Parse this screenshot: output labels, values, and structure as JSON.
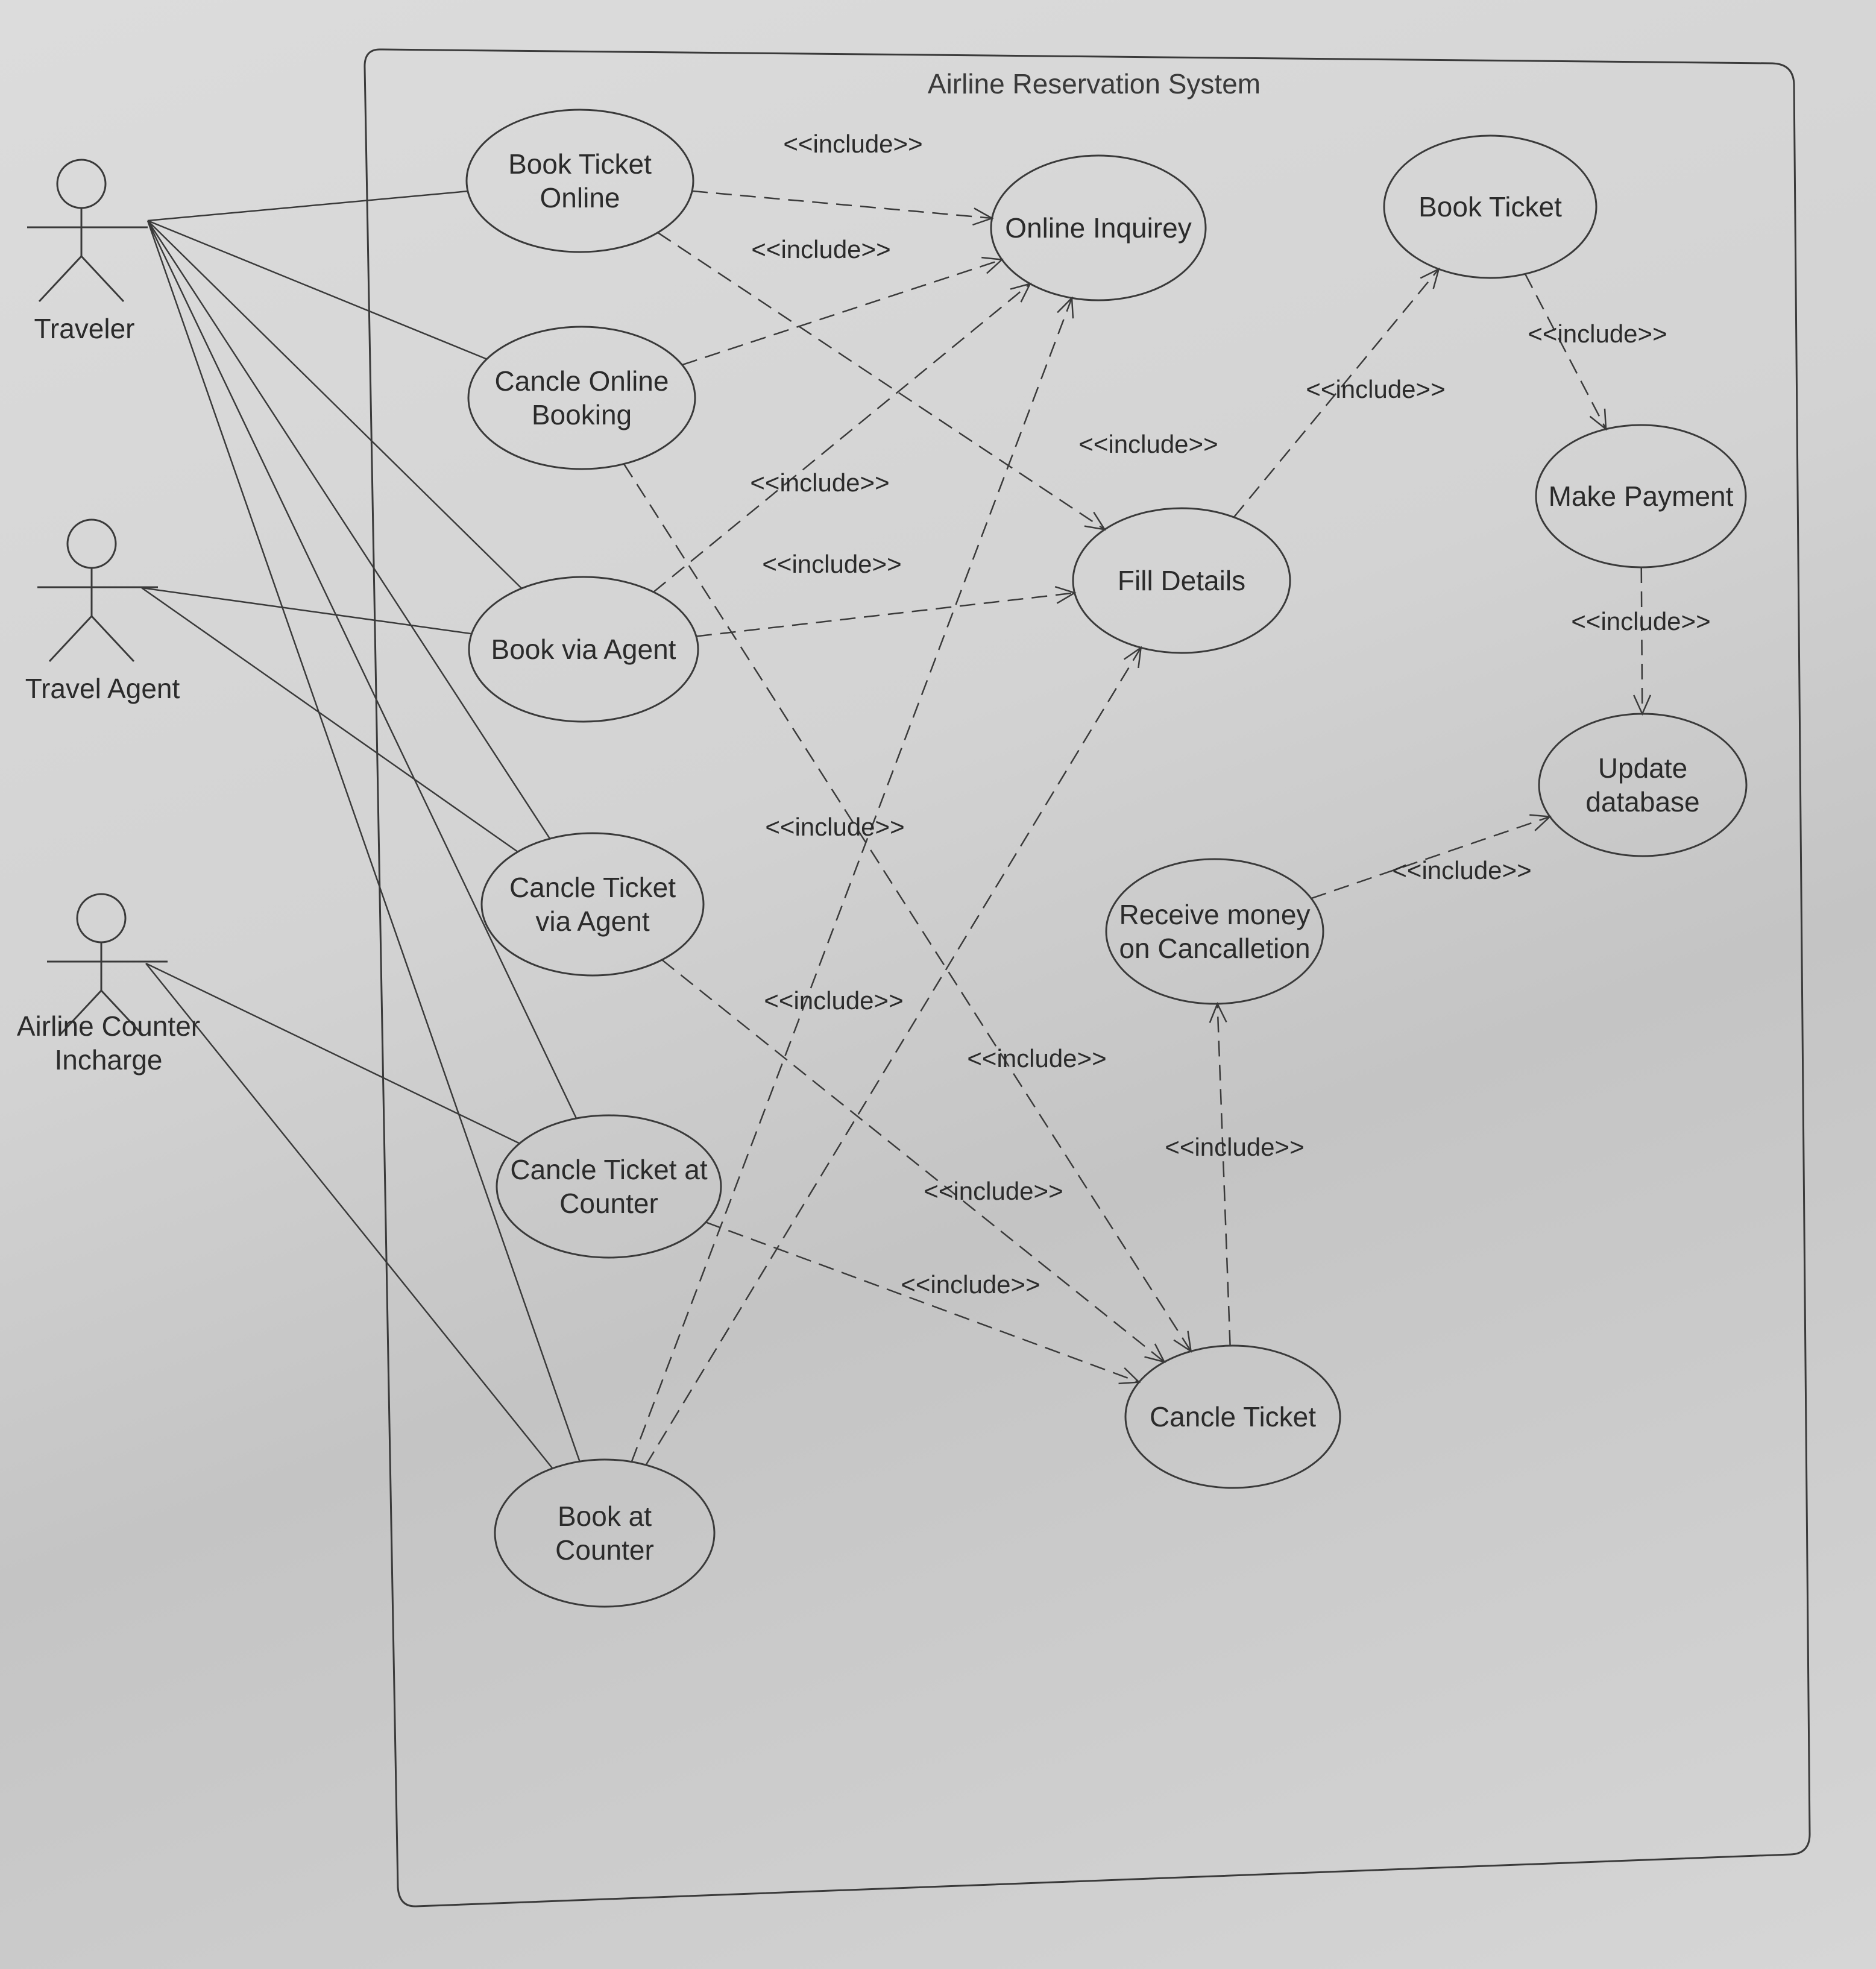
{
  "system": {
    "title": "Airline Reservation System"
  },
  "actors": {
    "traveler": "Traveler",
    "travel_agent": "Travel Agent",
    "counter_incharge": "Airline Counter\nIncharge"
  },
  "use_cases": {
    "book_online": "Book Ticket\nOnline",
    "cancel_online": "Cancle Online\nBooking",
    "book_agent": "Book via Agent",
    "cancel_agent": "Cancle Ticket\nvia Agent",
    "cancel_counter": "Cancle Ticket at\nCounter",
    "book_counter": "Book at\nCounter",
    "online_inquiry": "Online Inquirey",
    "fill_details": "Fill Details",
    "book_ticket": "Book Ticket",
    "make_payment": "Make Payment",
    "update_db": "Update\ndatabase",
    "receive_money": "Receive money\non Cancalletion",
    "cancel_ticket": "Cancle Ticket"
  },
  "stereotype": "<<include>>",
  "associations": [
    [
      "traveler",
      "book_online"
    ],
    [
      "traveler",
      "cancel_online"
    ],
    [
      "traveler",
      "book_agent"
    ],
    [
      "traveler",
      "cancel_agent"
    ],
    [
      "traveler",
      "cancel_counter"
    ],
    [
      "traveler",
      "book_counter"
    ],
    [
      "travel_agent",
      "book_agent"
    ],
    [
      "travel_agent",
      "cancel_agent"
    ],
    [
      "counter_incharge",
      "cancel_counter"
    ],
    [
      "counter_incharge",
      "book_counter"
    ]
  ],
  "includes": [
    [
      "book_online",
      "online_inquiry"
    ],
    [
      "book_online",
      "fill_details"
    ],
    [
      "cancel_online",
      "online_inquiry"
    ],
    [
      "cancel_online",
      "cancel_ticket"
    ],
    [
      "book_agent",
      "online_inquiry"
    ],
    [
      "book_agent",
      "fill_details"
    ],
    [
      "cancel_agent",
      "cancel_ticket"
    ],
    [
      "cancel_counter",
      "cancel_ticket"
    ],
    [
      "book_counter",
      "online_inquiry"
    ],
    [
      "book_counter",
      "fill_details"
    ],
    [
      "fill_details",
      "book_ticket"
    ],
    [
      "book_ticket",
      "make_payment"
    ],
    [
      "make_payment",
      "update_db"
    ],
    [
      "receive_money",
      "update_db"
    ],
    [
      "cancel_ticket",
      "receive_money"
    ]
  ]
}
